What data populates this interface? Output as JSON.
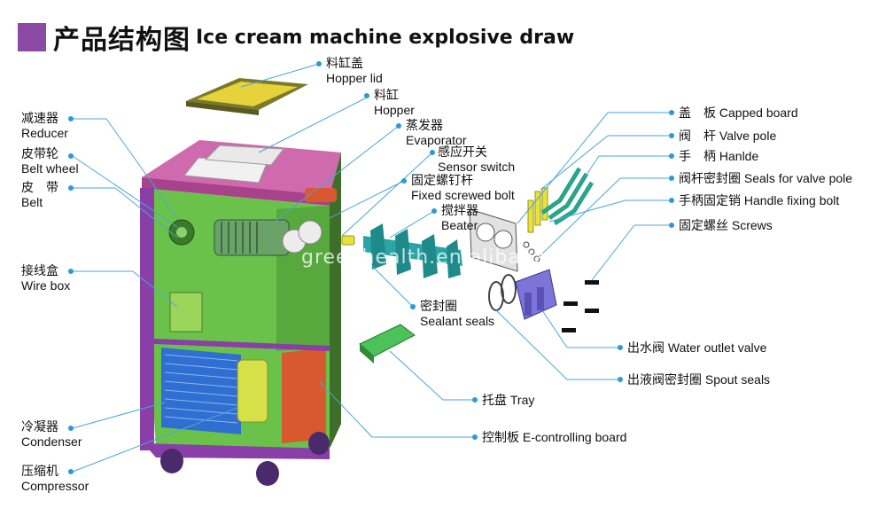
{
  "title": {
    "cn": "产品结构图",
    "en": "Ice cream machine explosive draw"
  },
  "watermark": "greenhealth.en.alibaba.com",
  "labels": {
    "hopper_lid": {
      "cn": "料缸盖",
      "en": "Hopper lid"
    },
    "hopper": {
      "cn": "料缸",
      "en": "Hopper"
    },
    "evaporator": {
      "cn": "蒸发器",
      "en": "Evaporator"
    },
    "sensor_switch": {
      "cn": "感应开关",
      "en": "Sensor switch"
    },
    "fixed_bolt": {
      "cn": "固定螺钉杆",
      "en": "Fixed screwed bolt"
    },
    "beater": {
      "cn": "搅拌器",
      "en": "Beater"
    },
    "sealant_seals": {
      "cn": "密封圈",
      "en": "Sealant seals"
    },
    "tray": {
      "cn": "托盘",
      "en": "Tray"
    },
    "e_board": {
      "cn": "控制板",
      "en": "E-controlling board"
    },
    "reducer": {
      "cn": "减速器",
      "en": "Reducer"
    },
    "belt_wheel": {
      "cn": "皮带轮",
      "en": "Belt wheel"
    },
    "belt": {
      "cn": "皮　带",
      "en": "Belt"
    },
    "wire_box": {
      "cn": "接线盒",
      "en": "Wire box"
    },
    "condenser": {
      "cn": "冷凝器",
      "en": "Condenser"
    },
    "compressor": {
      "cn": "压缩机",
      "en": "Compressor"
    },
    "capped_board": {
      "cn": "盖　板",
      "en": "Capped board"
    },
    "valve_pole": {
      "cn": "阀　杆",
      "en": "Valve pole"
    },
    "handle": {
      "cn": "手　柄",
      "en": "Hanlde"
    },
    "valve_seals": {
      "cn": "阀杆密封圈",
      "en": "Seals for valve pole"
    },
    "handle_bolt": {
      "cn": "手柄固定销",
      "en": "Handle fixing bolt"
    },
    "screws": {
      "cn": "固定螺丝",
      "en": "Screws"
    },
    "water_valve": {
      "cn": "出水阀",
      "en": "Water outlet valve"
    },
    "spout_seals": {
      "cn": "出液阀密封圈",
      "en": "Spout seals"
    }
  },
  "colors": {
    "title_square": "#8b4aa3",
    "leader_line": "#4aa6d8",
    "dot": "#2a9bd6",
    "frame": "#8a3fa8",
    "top_panel": "#cf6aae",
    "body_green": "#6bc24a",
    "condenser_blue": "#2f6fd1",
    "control_red": "#d8582f",
    "beater_teal": "#2aa5a5",
    "valve_purple": "#7d74d8"
  }
}
